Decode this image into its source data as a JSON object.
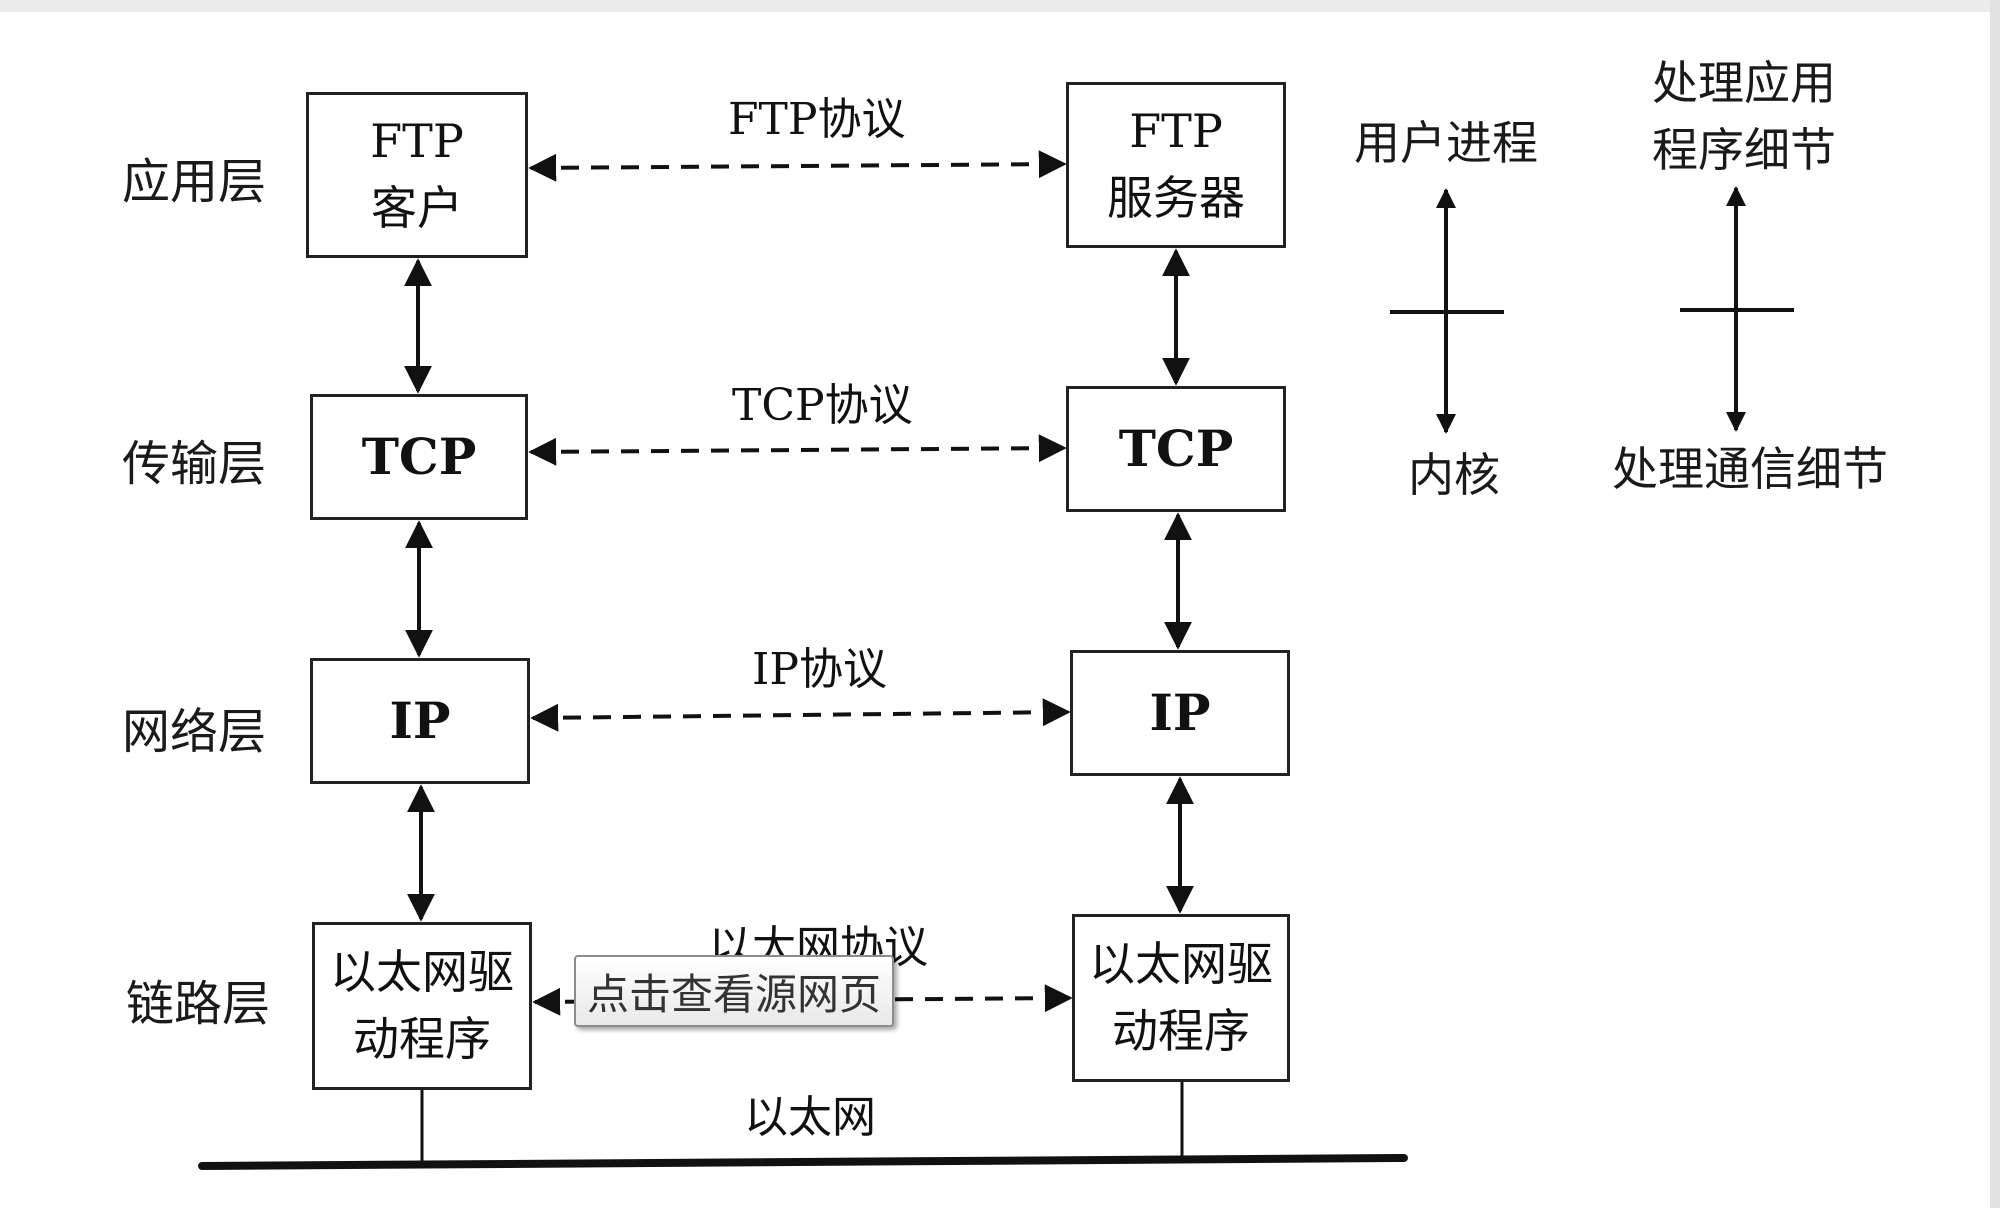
{
  "layers": [
    {
      "id": "app",
      "label": "应用层"
    },
    {
      "id": "transport",
      "label": "传输层"
    },
    {
      "id": "network",
      "label": "网络层"
    },
    {
      "id": "link",
      "label": "链路层"
    }
  ],
  "client_boxes": {
    "app": "FTP\n客户",
    "transport": "TCP",
    "network": "IP",
    "link": "以太网驱\n动程序"
  },
  "server_boxes": {
    "app": "FTP\n服务器",
    "transport": "TCP",
    "network": "IP",
    "link": "以太网驱\n动程序"
  },
  "protocols": {
    "app": "FTP协议",
    "transport": "TCP协议",
    "network": "IP协议",
    "link": "以太网协议"
  },
  "medium": "以太网",
  "legend": {
    "user_process": "用户进程",
    "kernel": "内核",
    "app_details": "处理应用\n程序细节",
    "comm_details": "处理通信细节"
  },
  "tooltip": "点击查看源网页"
}
